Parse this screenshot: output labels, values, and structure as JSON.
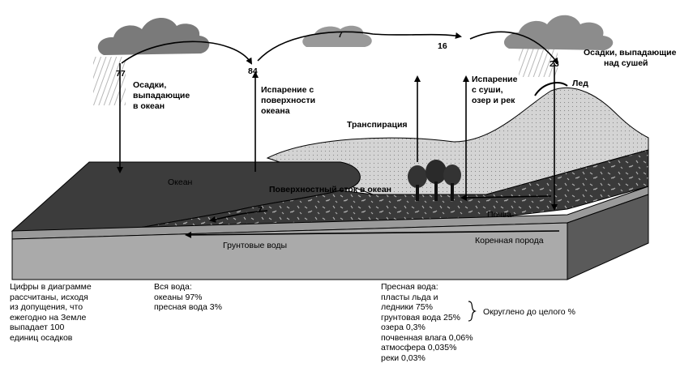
{
  "diagram": {
    "values": {
      "precip_ocean": "77",
      "evap_ocean": "84",
      "transport": "7",
      "transport_land": "16",
      "precip_land": "23",
      "runoff": "7"
    },
    "labels": {
      "precip_ocean": [
        "Осадки,",
        "выпадающие",
        "в океан"
      ],
      "evap_ocean": [
        "Испарение с",
        "поверхности",
        "океана"
      ],
      "evap_land": [
        "Испарение",
        "с суши,",
        "озер и рек"
      ],
      "precip_land": [
        "Осадки, выпадающие",
        "над сушей"
      ],
      "ice": "Лед",
      "transpiration": "Транспирация",
      "ocean": "Океан",
      "surface_runoff": "Поверхностный сток в океан",
      "soil": "Почва",
      "bedrock": "Коренная порода",
      "groundwater": "Грунтовые воды"
    }
  },
  "notes": {
    "assumption": "Цифры в диаграмме\nрассчитаны, исходя\nиз допущения, что\nежегодно на Земле\nвыпадает 100\nединиц осадков",
    "all_water": "Вся вода:\nокеаны 97%\nпресная вода 3%",
    "fresh_water": "Пресная вода:\nпласты льда и\nледники 75%\nгрунтовая вода 25%\nозера 0,3%\nпочвенная влага 0,06%\nатмосфера 0,035%\nреки 0,03%",
    "rounding": "Округлено до целого %"
  }
}
